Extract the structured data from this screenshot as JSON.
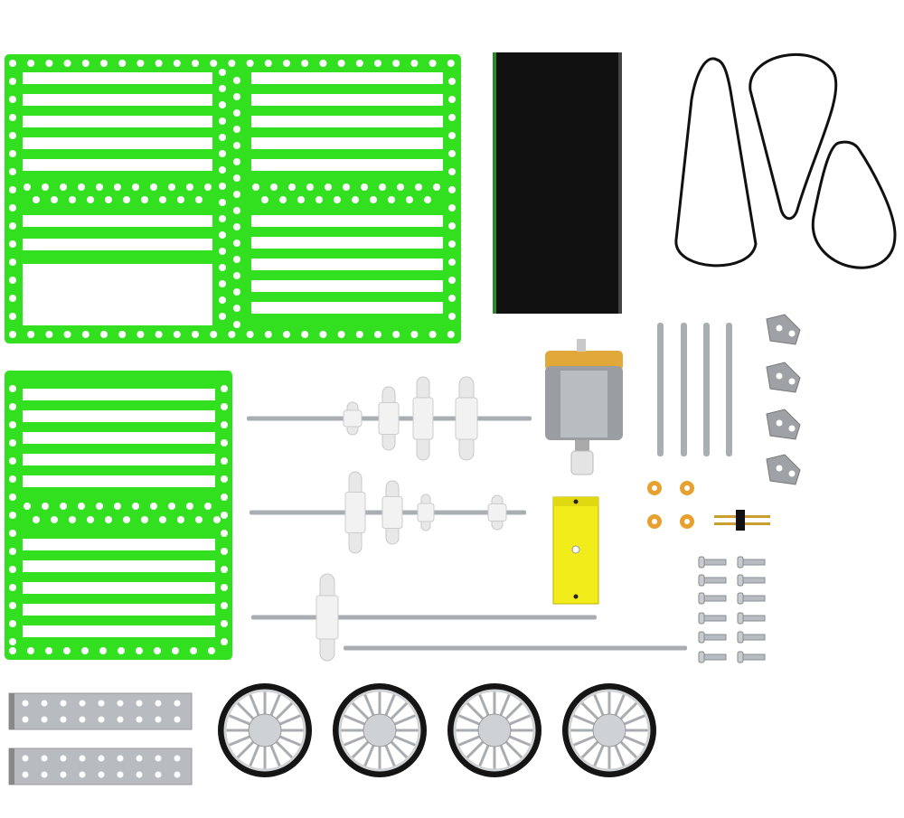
{
  "colors": {
    "plate_green": "#33e01f",
    "panel_black": "#111111",
    "belt_black": "#111111",
    "pulley_white": "#e8e8e8",
    "axle_gray": "#a9aeb3",
    "motor_gray": "#9a9ea3",
    "motor_cap": "#e0a93a",
    "block_yellow": "#f2ec1a",
    "washer_orange": "#e8a030",
    "strip_gray": "#b8bcc0",
    "wheel_black": "#151515",
    "wheel_gray": "#cfd2d5"
  },
  "parts": {
    "wheels_count": 4,
    "axles_count": 4,
    "rods_count": 4,
    "brackets_count": 4,
    "washers_count": 4,
    "screws_count": 12,
    "strips_count": 2,
    "belts_count": 3
  }
}
